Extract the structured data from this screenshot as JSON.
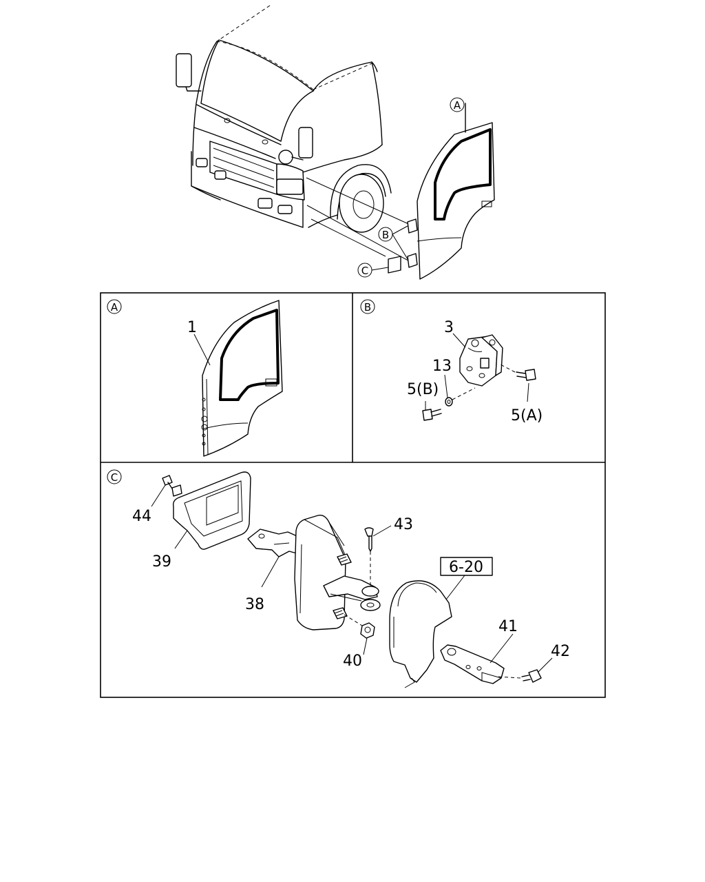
{
  "callouts": {
    "overview_a": "A",
    "overview_b": "B",
    "overview_c": "C",
    "panel_a": "A",
    "panel_b": "B",
    "panel_c": "C"
  },
  "parts": {
    "p1": "1",
    "p3": "3",
    "p13": "13",
    "p5b": "5(B)",
    "p5a": "5(A)",
    "p44": "44",
    "p39": "39",
    "p38": "38",
    "p43": "43",
    "p40": "40",
    "p41": "41",
    "p42": "42",
    "ref": "6-20"
  }
}
